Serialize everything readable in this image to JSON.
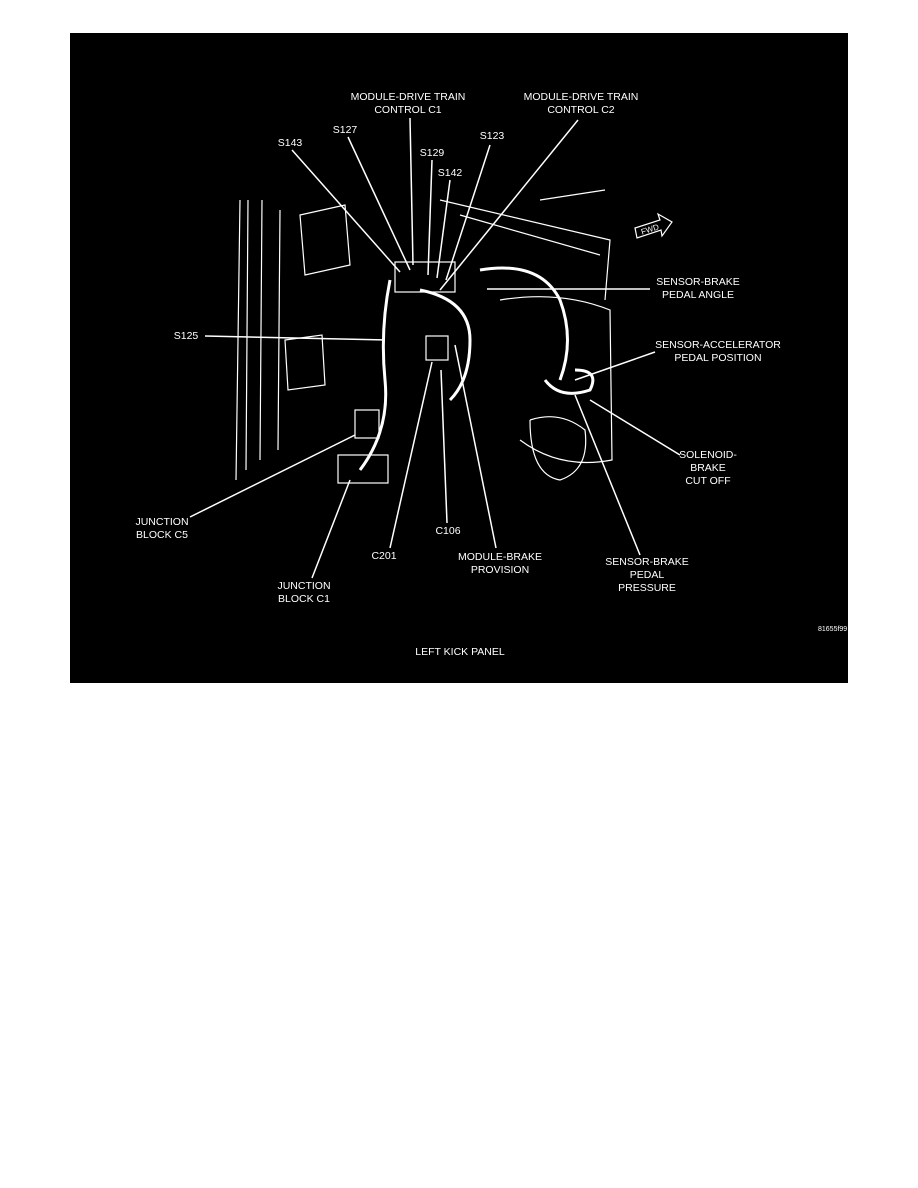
{
  "figure": {
    "caption": "LEFT KICK PANEL",
    "figure_id": "81655f99",
    "labels": {
      "mdtc_c1": [
        "MODULE-DRIVE TRAIN",
        "CONTROL C1"
      ],
      "mdtc_c2": [
        "MODULE-DRIVE TRAIN",
        "CONTROL C2"
      ],
      "s143": "S143",
      "s127": "S127",
      "s129": "S129",
      "s142": "S142",
      "s123": "S123",
      "sensor_brake_pedal_angle": [
        "SENSOR-BRAKE",
        "PEDAL ANGLE"
      ],
      "s125": "S125",
      "sensor_accel_pedal_position": [
        "SENSOR-ACCELERATOR",
        "PEDAL POSITION"
      ],
      "solenoid_brake_cut_off": [
        "SOLENOID-",
        "BRAKE",
        "CUT OFF"
      ],
      "junction_block_c5": [
        "JUNCTION",
        "BLOCK C5"
      ],
      "c201": "C201",
      "c106": "C106",
      "module_brake_provision": [
        "MODULE-BRAKE",
        "PROVISION"
      ],
      "sensor_brake_pedal_pressure": [
        "SENSOR-BRAKE",
        "PEDAL",
        "PRESSURE"
      ],
      "junction_block_c1": [
        "JUNCTION",
        "BLOCK C1"
      ],
      "fwd": "FWD"
    }
  }
}
